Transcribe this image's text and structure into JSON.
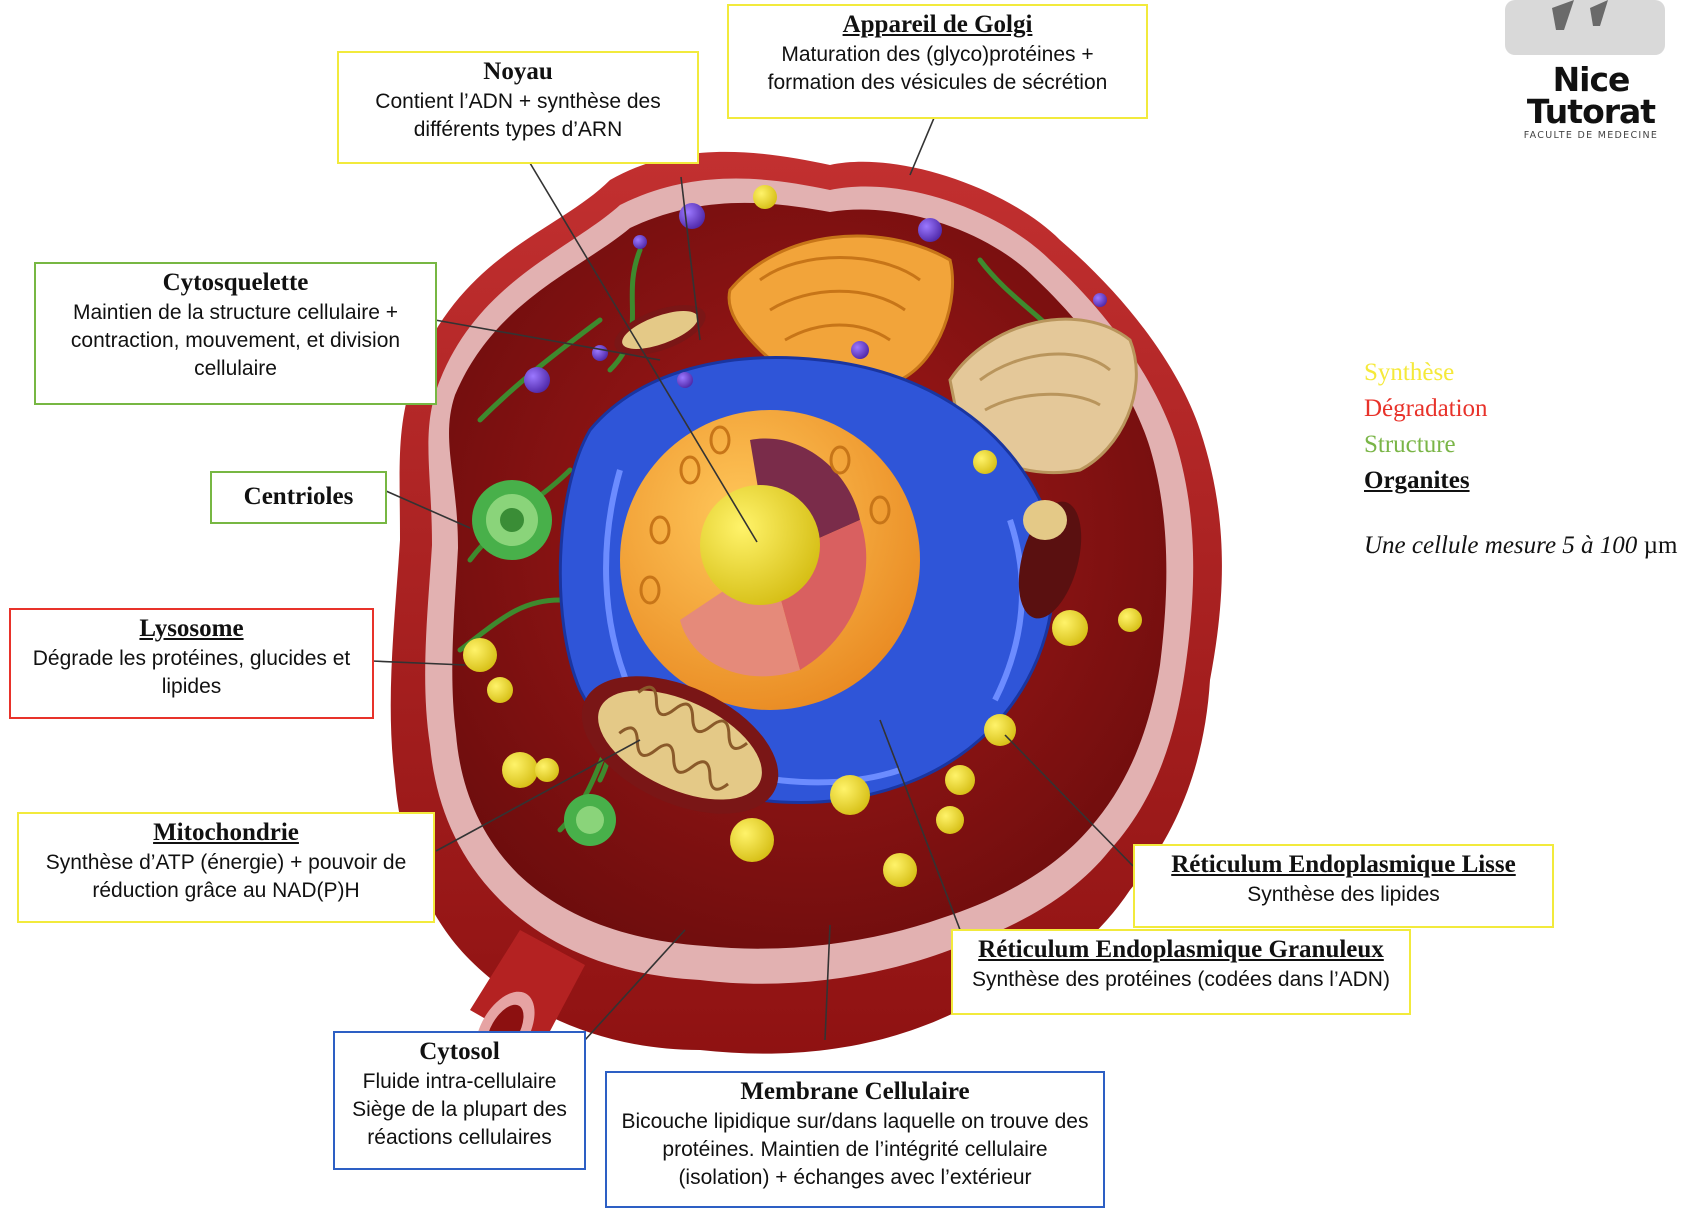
{
  "logo": {
    "name": "Nice Tutorat",
    "subtitle": "FACULTE DE MEDECINE"
  },
  "callouts": {
    "golgi": {
      "title": "Appareil de Golgi",
      "text": "Maturation des (glyco)protéines + formation des vésicules de sécrétion",
      "category": "synthese"
    },
    "noyau": {
      "title": "Noyau",
      "text": "Contient l’ADN + synthèse des différents types d’ARN",
      "category": "synthese"
    },
    "cytosquelette": {
      "title": "Cytosquelette",
      "text": "Maintien de la structure cellulaire + contraction, mouvement, et division cellulaire",
      "category": "structure"
    },
    "centrioles": {
      "title": "Centrioles",
      "category": "structure"
    },
    "lysosome": {
      "title": "Lysosome",
      "text": "Dégrade les protéines, glucides et lipides",
      "category": "degradation"
    },
    "mitochondrie": {
      "title": "Mitochondrie",
      "text": "Synthèse d’ATP (énergie) + pouvoir de réduction grâce au NAD(P)H",
      "category": "synthese"
    },
    "cytosol": {
      "title": "Cytosol",
      "line1": "Fluide intra-cellulaire",
      "line2": "Siège de la plupart des réactions cellulaires",
      "category": "fluide"
    },
    "membrane": {
      "title": "Membrane Cellulaire",
      "text": "Bicouche lipidique sur/dans laquelle on trouve des protéines. Maintien de l’intégrité cellulaire (isolation) + échanges avec l’extérieur",
      "category": "fluide"
    },
    "rel": {
      "title": "Réticulum Endoplasmique Lisse",
      "text": "Synthèse des lipides",
      "category": "synthese"
    },
    "reg": {
      "title": "Réticulum Endoplasmique Granuleux",
      "text": "Synthèse des protéines (codées dans l’ADN)",
      "category": "synthese"
    }
  },
  "legend": {
    "synthese": "Synthèse",
    "degradation": "Dégradation",
    "structure": "Structure",
    "organites": "Organites"
  },
  "scale_note": {
    "text": "Une cellule mesure 5 à 100 ",
    "unit": "µm"
  },
  "colors": {
    "synthese": "#f2ea3c",
    "degradation": "#e8322a",
    "structure": "#77b743",
    "fluide": "#2d5fc4",
    "cytoplasm": "#8e1414",
    "membrane": "#d99a9a",
    "nucleus": "#f3a23a",
    "nucleolus": "#f7ec3a",
    "reticulum": "#2f55d8",
    "vesicle": "#e8d435",
    "purple": "#6a3cc9"
  }
}
